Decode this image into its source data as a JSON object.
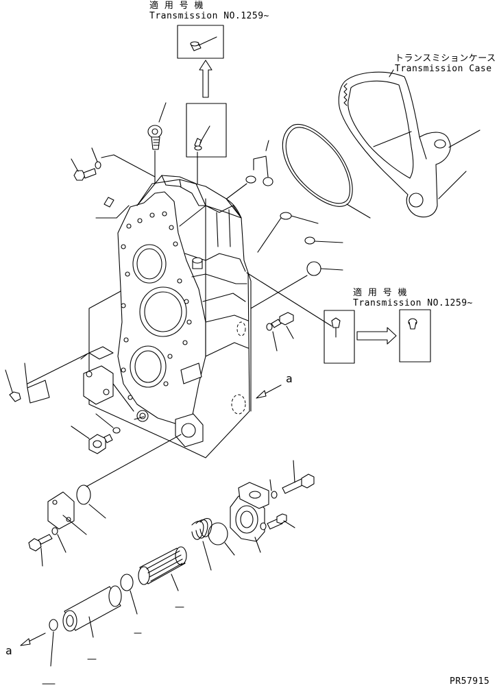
{
  "labels": {
    "top_note_jp": "適 用 号 機",
    "top_note_en": "Transmission NO.1259~",
    "mid_note_jp": "適 用 号 機",
    "mid_note_en": "Transmission NO.1259~",
    "case_label_jp": "トランスミションケース",
    "case_label_en": "Transmission Case",
    "view_marker_right": "a",
    "view_marker_left": "a",
    "drawing_number": "PR57915"
  }
}
